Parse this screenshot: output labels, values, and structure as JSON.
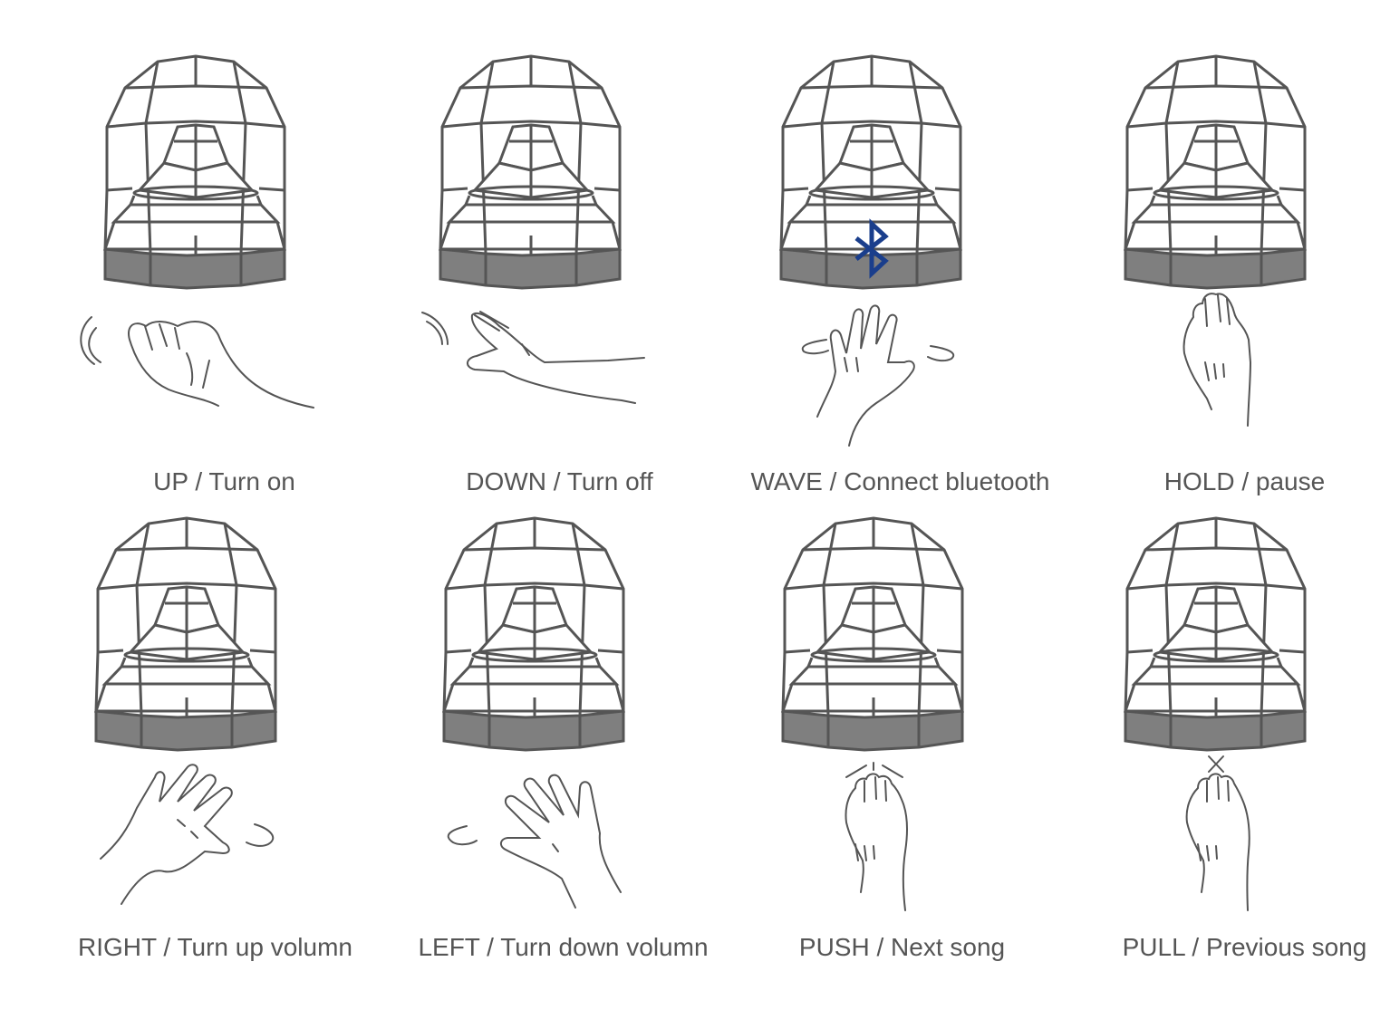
{
  "colors": {
    "line": "#555555",
    "base": "#7f7f7f",
    "bluetooth": "#1a3e8c",
    "text": "#555555"
  },
  "gestures": [
    {
      "label": "UP / Turn on",
      "icon": "hand-up-icon"
    },
    {
      "label": "DOWN / Turn off",
      "icon": "hand-down-icon"
    },
    {
      "label": "WAVE / Connect bluetooth",
      "icon": "hand-wave-icon",
      "badge": "bluetooth-icon"
    },
    {
      "label": "HOLD / pause",
      "icon": "hand-hold-icon"
    },
    {
      "label": "RIGHT / Turn up volumn",
      "icon": "hand-right-icon"
    },
    {
      "label": "LEFT / Turn down volumn",
      "icon": "hand-left-icon"
    },
    {
      "label": "PUSH / Next song",
      "icon": "hand-push-icon"
    },
    {
      "label": "PULL / Previous song",
      "icon": "hand-pull-icon"
    }
  ]
}
